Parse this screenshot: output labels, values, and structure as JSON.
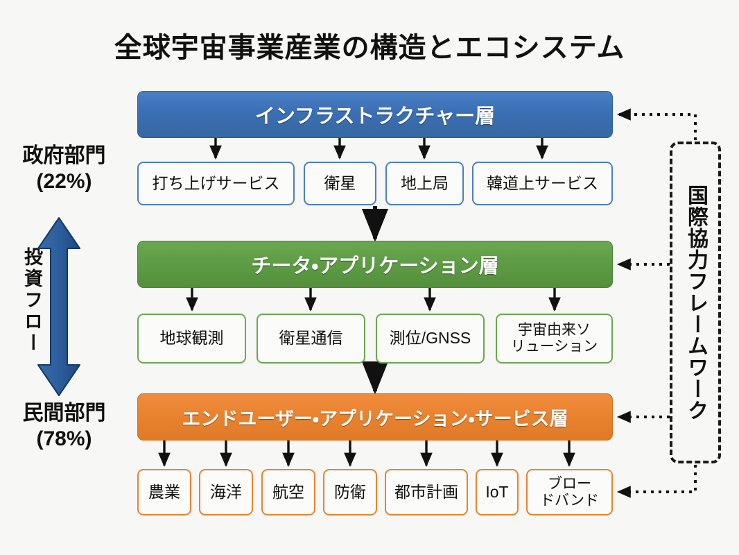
{
  "title": "全球宇宙事業産業の構造とエコシステム",
  "colors": {
    "infrastructure": "#3b6fb5",
    "data_application": "#5d9c44",
    "end_user": "#e8822f",
    "flow_arrow": "#2e5f9e",
    "framework_border": "#1a1a1a",
    "background": "#f7f7f5",
    "connector": "#111111"
  },
  "left_axis": {
    "government": {
      "name": "政府部門",
      "share": "(22%)"
    },
    "private": {
      "name": "民間部門",
      "share": "(78%)"
    },
    "flow_label": "投資フロー",
    "arrow_icon": "double-headed-vertical-arrow"
  },
  "layers": [
    {
      "id": "infrastructure",
      "title": "インフラストラクチャー層",
      "color": "#3b6fb5",
      "children": [
        {
          "label": "打ち上げサービス"
        },
        {
          "label": "衛星"
        },
        {
          "label": "地上局"
        },
        {
          "label": "韓道上サービス"
        }
      ]
    },
    {
      "id": "data_application",
      "title": "チータ・アプリケーション層",
      "color": "#5d9c44",
      "children": [
        {
          "label": "地球観測"
        },
        {
          "label": "衛星通信"
        },
        {
          "label": "測位/GNSS"
        },
        {
          "label": "宇宙由来ソ\nリューション"
        }
      ]
    },
    {
      "id": "end_user",
      "title": "エンドユーザー・アプリケーション・サービス層",
      "color": "#e8822f",
      "children": [
        {
          "label": "農業"
        },
        {
          "label": "海洋"
        },
        {
          "label": "航空"
        },
        {
          "label": "防衛"
        },
        {
          "label": "都市計画"
        },
        {
          "label": "IoT"
        },
        {
          "label": "ブロー\nドバンド"
        }
      ]
    }
  ],
  "framework": {
    "label": "国際協力フレームワーク",
    "style": "dashed-vertical-box",
    "connects_to": [
      "インフラストラクチャー層",
      "チータ・アプリケーション層",
      "エンドユーザー・アプリケーション・サービス層",
      "ブロードバンド"
    ]
  }
}
